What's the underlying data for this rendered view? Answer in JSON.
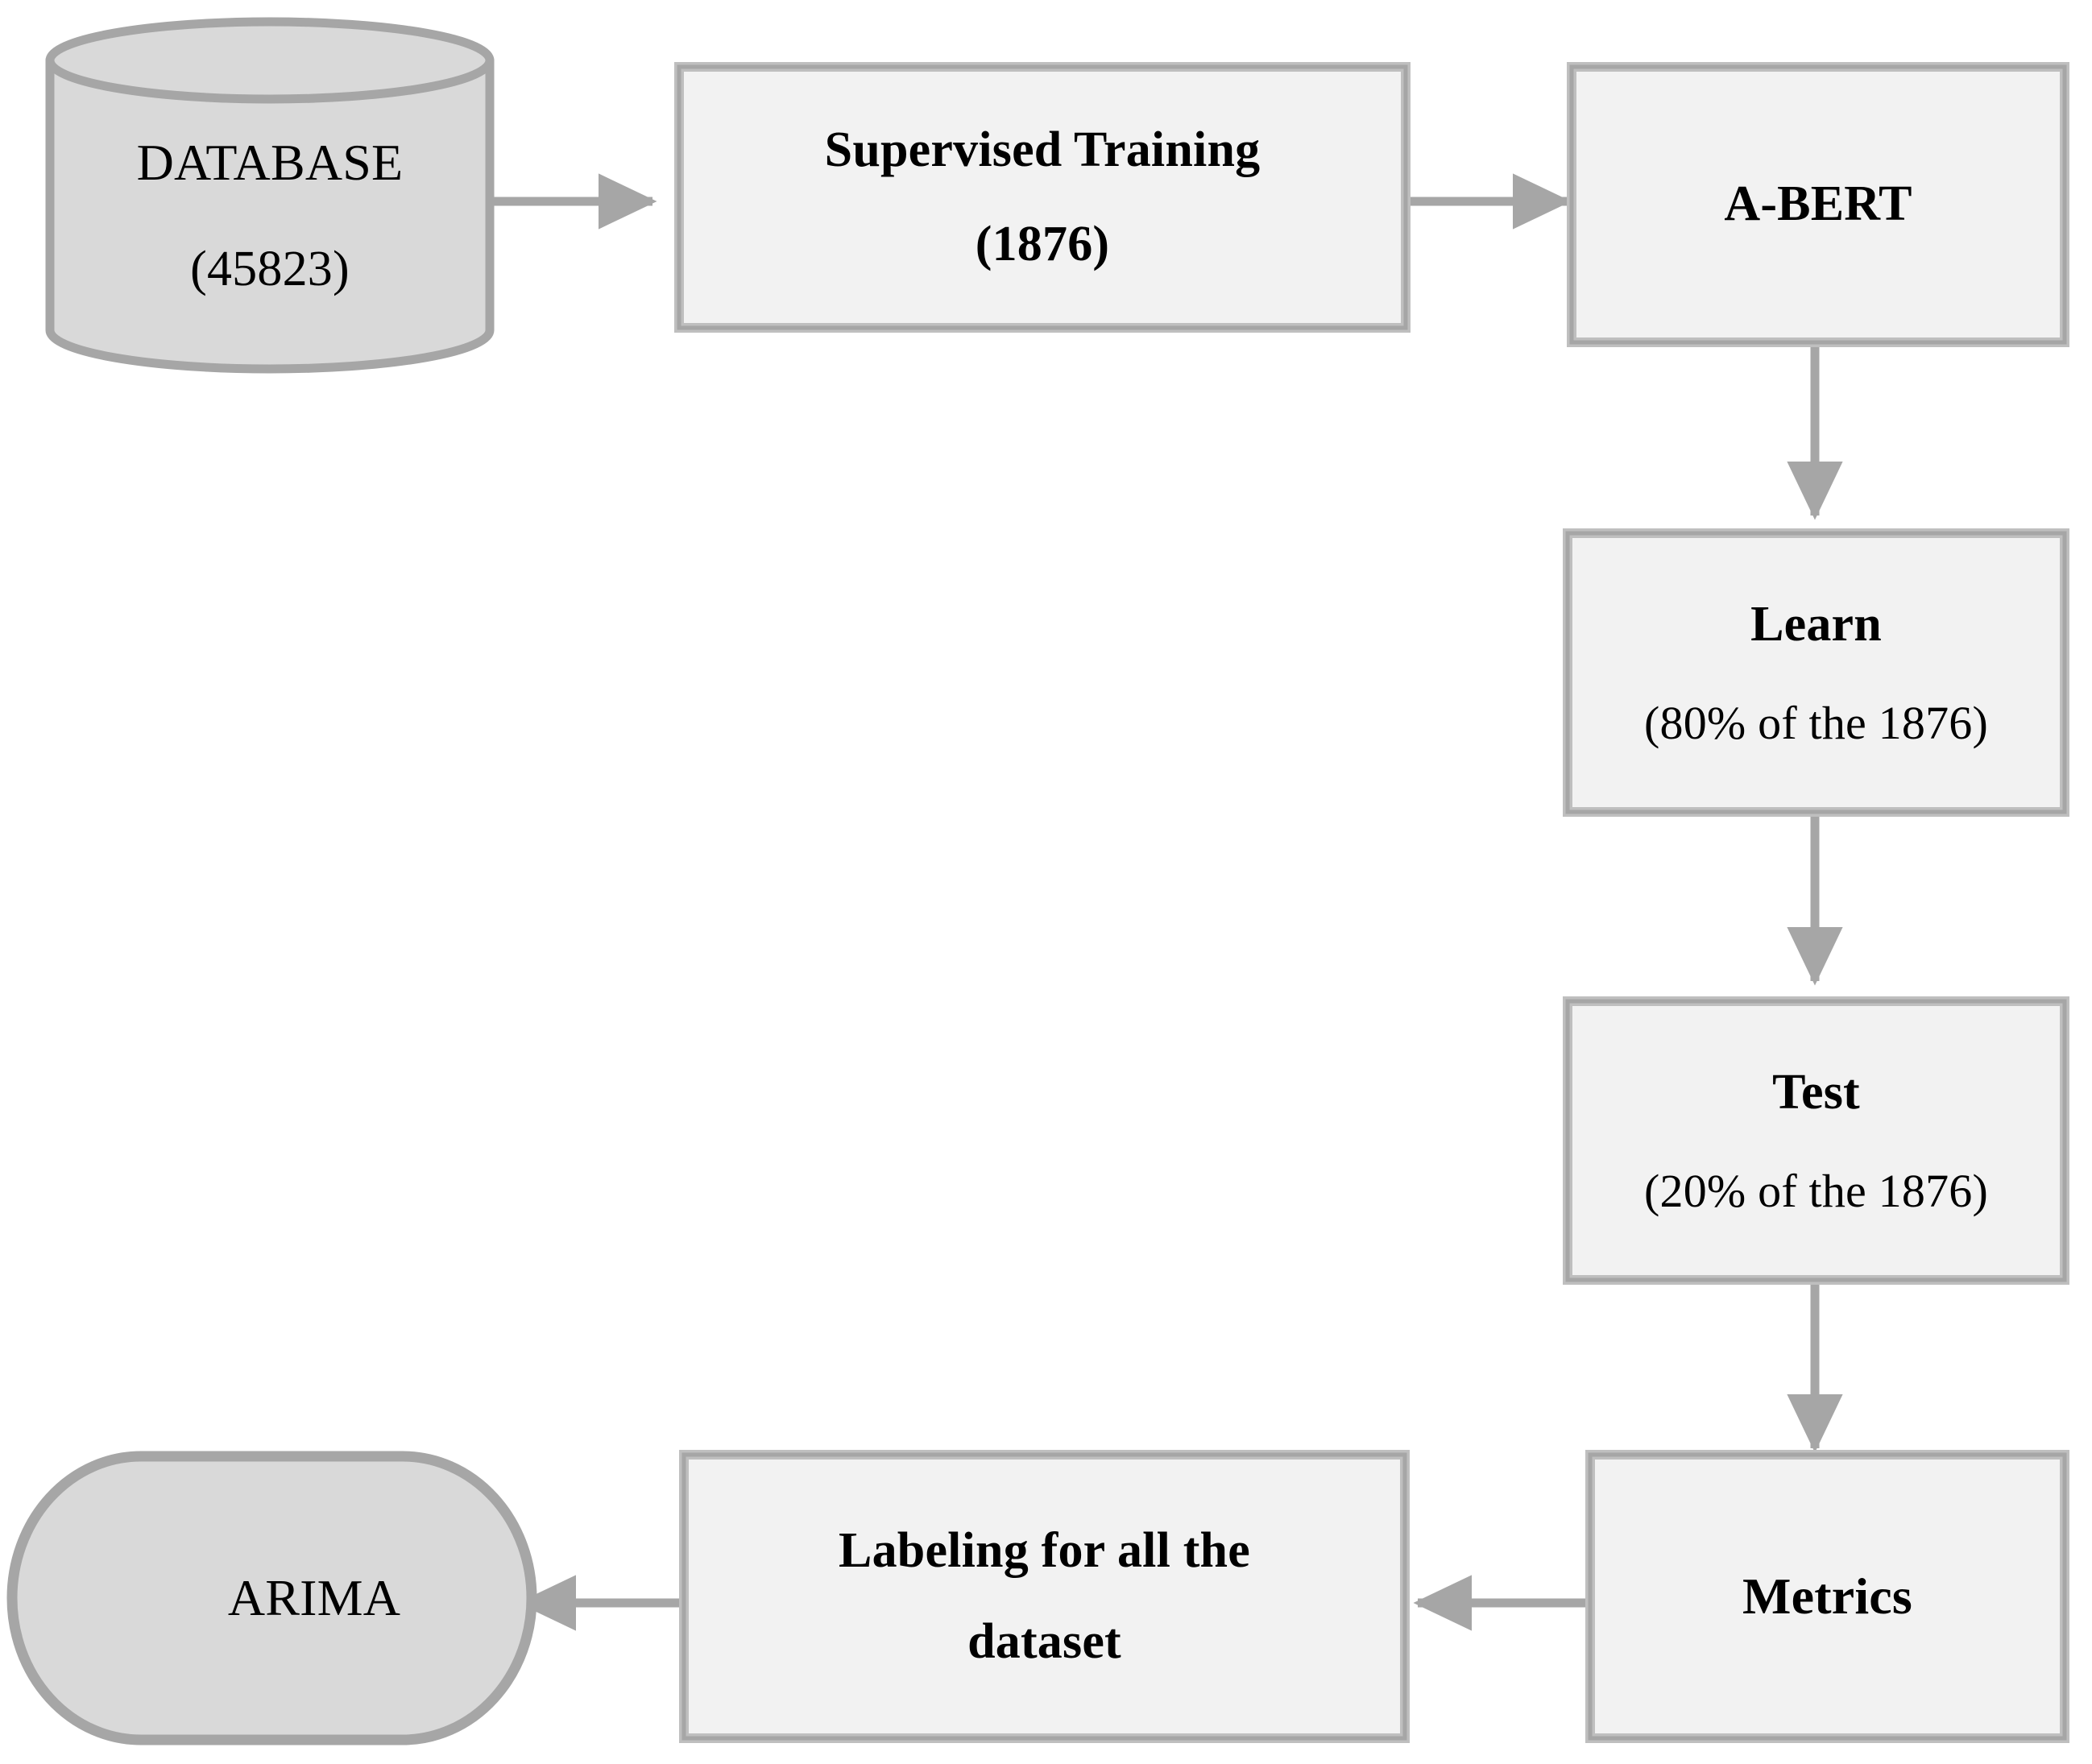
{
  "figure": {
    "type": "flowchart",
    "orientation": "clockwise-loop",
    "background_color": "#ffffff",
    "accent_color": "#a6a6a6",
    "node_fill_process": "#f2f2f2",
    "node_fill_data": "#d9d9d9",
    "border_color": "#a6a6a6",
    "text_color": "#000000"
  },
  "nodes": [
    {
      "id": "database",
      "shape": "cylinder",
      "line1": "DATABASE",
      "line2": "(45823)",
      "fill": "#d9d9d9"
    },
    {
      "id": "supervised-training",
      "shape": "rectangle",
      "line1": "Supervised Training",
      "line2": "(1876)",
      "fill": "#f2f2f2"
    },
    {
      "id": "a-bert",
      "shape": "rectangle",
      "line1": "A-BERT",
      "line2": "",
      "fill": "#f2f2f2"
    },
    {
      "id": "learn",
      "shape": "rectangle",
      "line1": "Learn",
      "line2": "(80% of the 1876)",
      "fill": "#f2f2f2"
    },
    {
      "id": "test",
      "shape": "rectangle",
      "line1": "Test",
      "line2": "(20% of the 1876)",
      "fill": "#f2f2f2"
    },
    {
      "id": "metrics",
      "shape": "rectangle",
      "line1": "Metrics",
      "line2": "",
      "fill": "#f2f2f2"
    },
    {
      "id": "labeling",
      "shape": "rectangle",
      "line1": "Labeling for all the",
      "line2": "dataset",
      "fill": "#f2f2f2"
    },
    {
      "id": "arima",
      "shape": "stadium",
      "line1": "ARIMA",
      "line2": "",
      "fill": "#d9d9d9"
    }
  ],
  "edges": [
    {
      "id": "e1",
      "from": "database",
      "to": "supervised-training",
      "direction": "right"
    },
    {
      "id": "e2",
      "from": "supervised-training",
      "to": "a-bert",
      "direction": "right"
    },
    {
      "id": "e3",
      "from": "a-bert",
      "to": "learn",
      "direction": "down"
    },
    {
      "id": "e4",
      "from": "learn",
      "to": "test",
      "direction": "down"
    },
    {
      "id": "e5",
      "from": "test",
      "to": "metrics",
      "direction": "down"
    },
    {
      "id": "e6",
      "from": "metrics",
      "to": "labeling",
      "direction": "left"
    },
    {
      "id": "e7",
      "from": "labeling",
      "to": "arima",
      "direction": "left"
    }
  ]
}
